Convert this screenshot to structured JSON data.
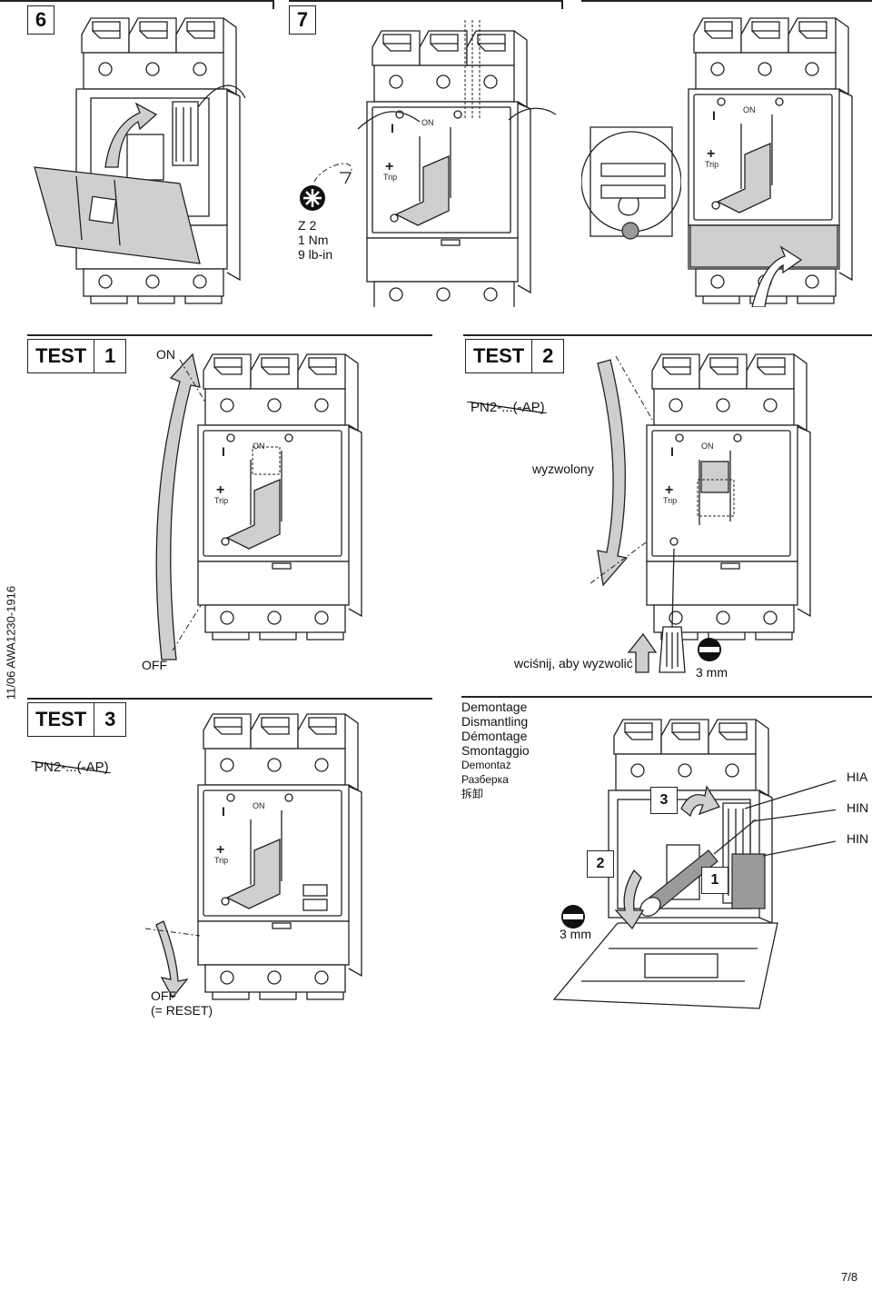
{
  "step_six": "6",
  "step_seven": "7",
  "torque": {
    "bit": "Z 2",
    "nm": "1 Nm",
    "lbin": "9 lb-in"
  },
  "test1": {
    "label": "TEST",
    "num": "1",
    "on": "ON",
    "off": "OFF"
  },
  "test2": {
    "label": "TEST",
    "num": "2",
    "pn": "PN2-...(-AP)",
    "released": "wyzwolony",
    "press": "wciśnij, aby wyzwolić",
    "tool": "3 mm"
  },
  "test3": {
    "label": "TEST",
    "num": "3",
    "pn": "PN2-...(-AP)",
    "off_reset": "OFF",
    "reset": "(= RESET)"
  },
  "dismantle": {
    "lines": [
      "Demontage",
      "Dismantling",
      "Démontage",
      "Smontaggio",
      "Demontaż",
      "Разберка",
      "拆卸"
    ],
    "callouts": [
      "HIA",
      "HIN",
      "HIN"
    ],
    "steps": [
      "1",
      "2",
      "3"
    ],
    "tool": "3 mm"
  },
  "breaker": {
    "on": "ON",
    "trip": "Trip",
    "i": "I"
  },
  "side_code": "11/06 AWA1230-1916",
  "page_num": "7/8"
}
